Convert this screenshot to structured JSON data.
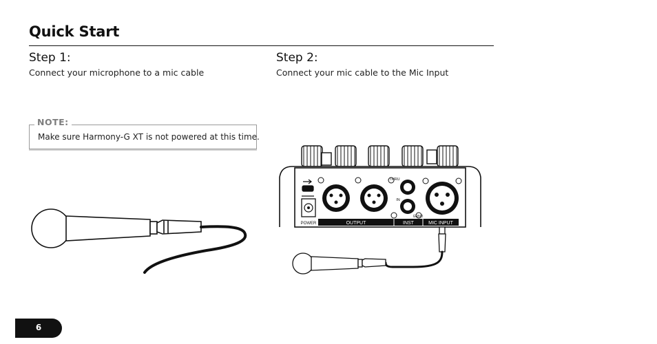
{
  "page": {
    "title": "Quick Start",
    "page_number": "6"
  },
  "step1": {
    "heading": "Step 1:",
    "text": "Connect your microphone to a mic cable"
  },
  "step2": {
    "heading": "Step 2:",
    "text": "Connect your mic cable to the Mic Input"
  },
  "note": {
    "label": "NOTE:",
    "text": "Make sure Harmony-G XT is not powered at this time."
  },
  "device_panel": {
    "labels": {
      "power": "POWER",
      "output": "OUTPUT",
      "inst": "INST",
      "mic_input": "MIC INPUT",
      "thru": "THRU",
      "in": "IN",
      "gnd": "GRND"
    }
  }
}
